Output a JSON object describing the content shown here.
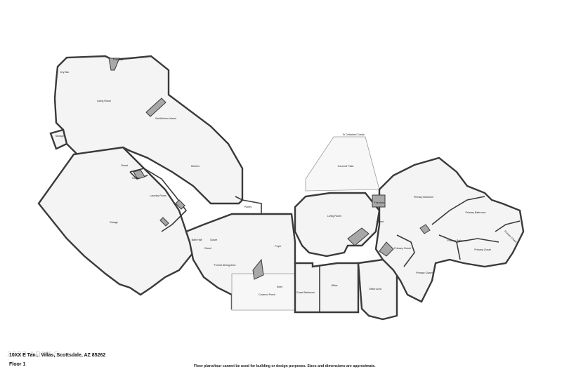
{
  "plan": {
    "address": "10XX E Tan... Villas, Scottsdale, AZ 85262",
    "floor": "Floor 1",
    "disclaimer": "Floor plans/tour cannot be used for building or design purposes. Sizes and dimensions are approximate.",
    "watermark": "2023 ARMLS"
  },
  "rooms": {
    "dry_bar": "Dry Bar",
    "fireplace_1": "Fireplace",
    "living_room_1": "Living Room",
    "kitchen_island": "Bar/Kitchen Island",
    "storage": "Storage",
    "kitchen": "Kitchen",
    "closet_1": "Closet",
    "closet_2": "Closet",
    "laundry_room": "Laundry Room",
    "pantry": "Pantry",
    "garage": "Garage",
    "bath_half": "Bath Half",
    "closet_3": "Closet",
    "closet_4": "Closet",
    "formal_dining": "Formal Dining Area",
    "foyer": "Foyer",
    "entry": "Entry",
    "covered_porch": "Covered Porch",
    "guest_bathroom": "Guest Bathroom",
    "office": "Office",
    "living_room_2": "Living Room",
    "to_detached_casita": "To Detached Casita",
    "covered_patio": "Covered Patio",
    "fireplace_2": "Fireplace",
    "closet_5": "Closet",
    "primary_bedroom": "Primary Bedroom",
    "primary_bathroom_1": "Primary Bathroom",
    "primary_bathroom_2": "Primary Bathroom",
    "primary_closet_1": "Primary Closet",
    "primary_closet_2": "Primary Closet",
    "primary_closet_3": "Primary Closet",
    "primary_closet_4": "Primary Closet",
    "office_area": "Office Area"
  }
}
